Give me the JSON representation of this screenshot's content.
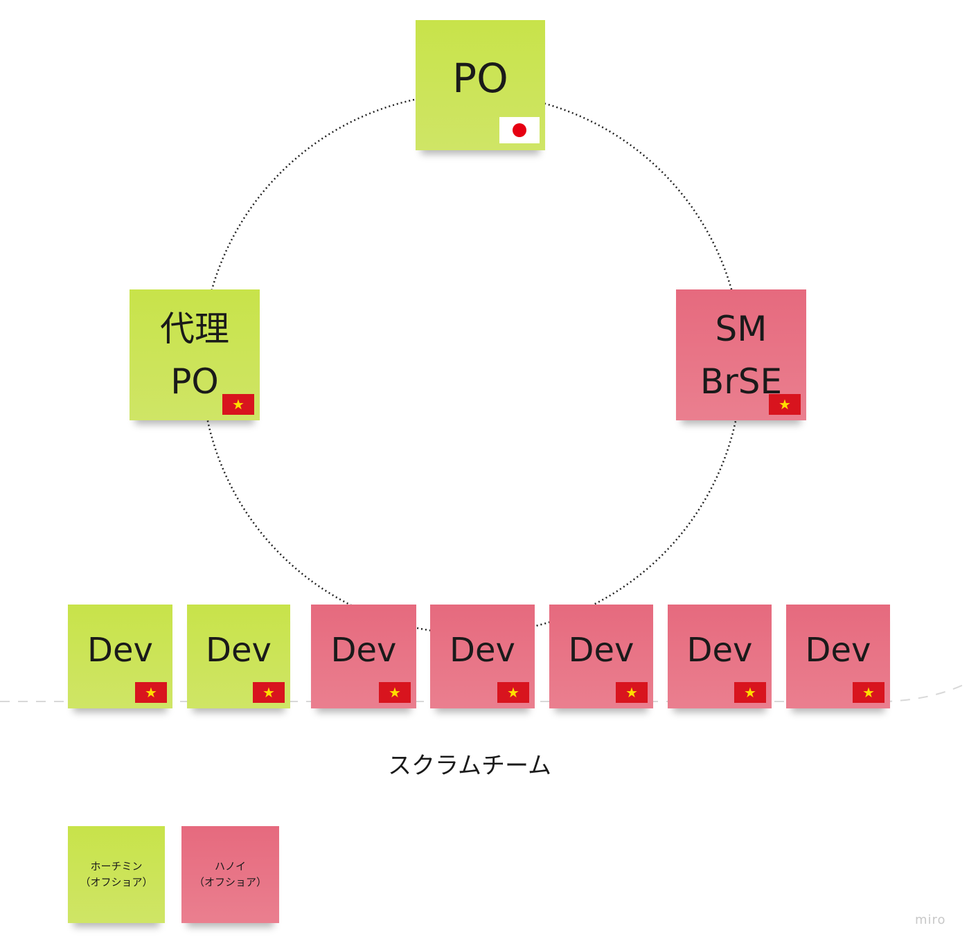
{
  "board": {
    "colors": {
      "hcm": "#c8e34a",
      "hanoi": "#e66a7e",
      "vn_flag": "#d8141e",
      "star": "#ffdd00",
      "jp_dot": "#e60012"
    },
    "roles": {
      "po": {
        "label": "PO",
        "flag": "japan-flag"
      },
      "proxy_po": {
        "line1": "代理",
        "line2": "PO",
        "flag": "vietnam-flag"
      },
      "sm": {
        "line1": "SM",
        "line2": "BrSE",
        "flag": "vietnam-flag"
      }
    },
    "devs": [
      {
        "label": "Dev",
        "team": "hcm"
      },
      {
        "label": "Dev",
        "team": "hcm"
      },
      {
        "label": "Dev",
        "team": "hanoi"
      },
      {
        "label": "Dev",
        "team": "hanoi"
      },
      {
        "label": "Dev",
        "team": "hanoi"
      },
      {
        "label": "Dev",
        "team": "hanoi"
      },
      {
        "label": "Dev",
        "team": "hanoi"
      }
    ],
    "star_glyph": "★",
    "caption": "スクラムチーム",
    "legend": [
      {
        "line1": "ホーチミン",
        "line2": "（オフショア）",
        "team": "hcm"
      },
      {
        "line1": "ハノイ",
        "line2": "（オフショア）",
        "team": "hanoi"
      }
    ],
    "logo": "miro"
  }
}
